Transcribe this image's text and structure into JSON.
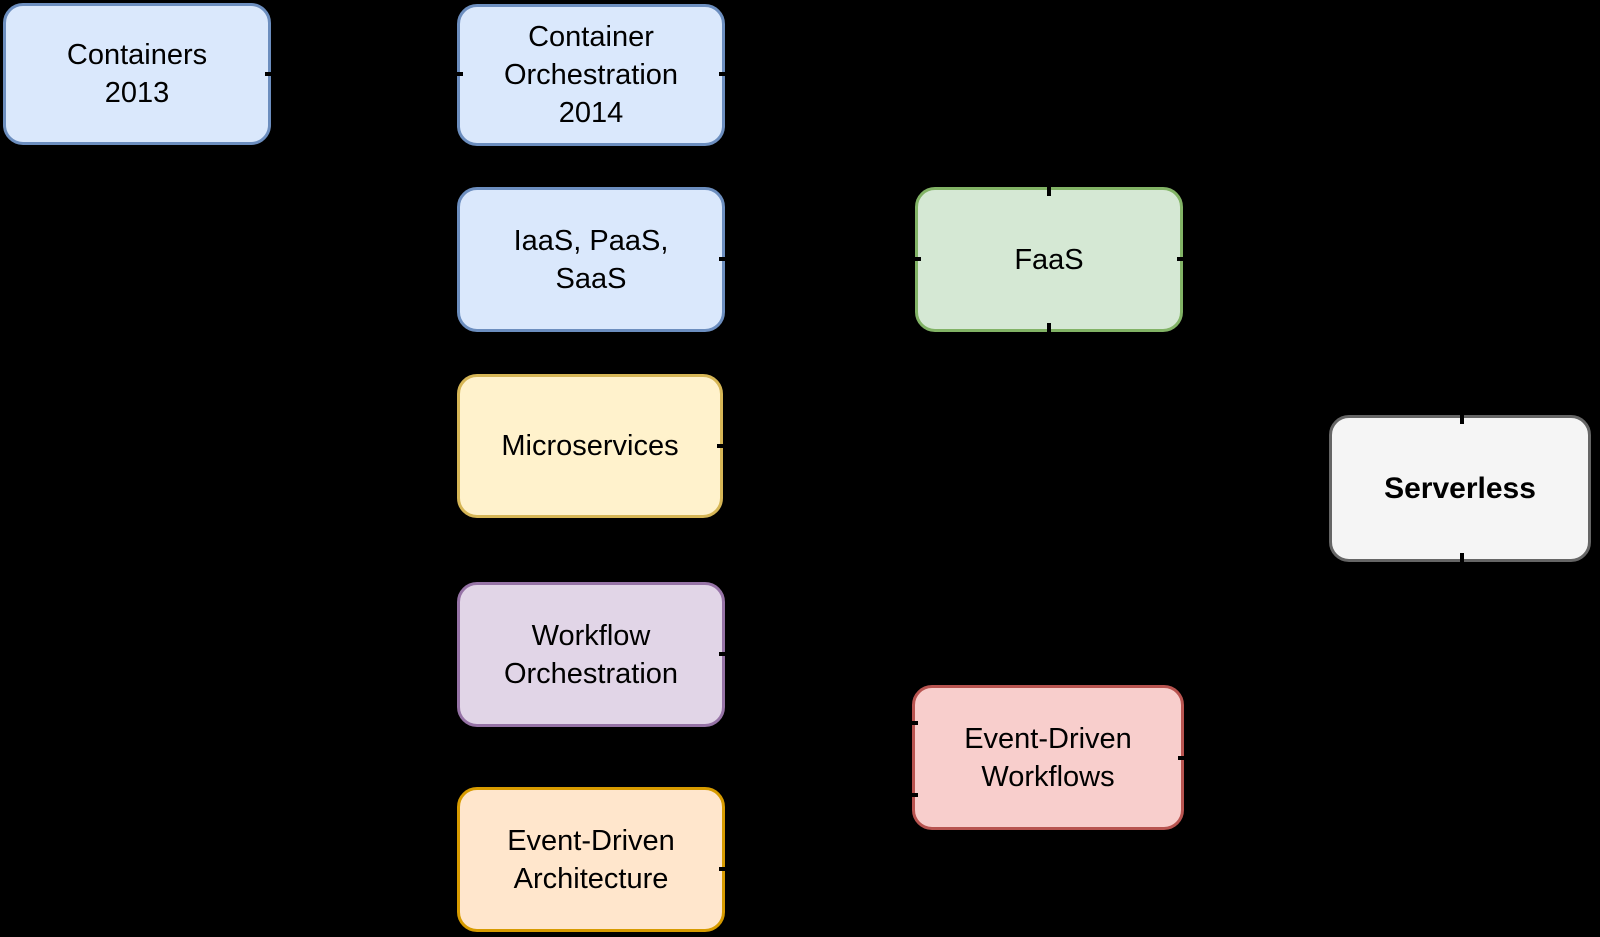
{
  "diagram": {
    "background_color": "#000000",
    "text_color": "#000000",
    "nodes": [
      {
        "id": "containers-2013",
        "label": "Containers\n2013",
        "fill": "#DAE8FC",
        "stroke": "#6C8EBF",
        "bold": false
      },
      {
        "id": "container-orchestration-2014",
        "label": "Container\nOrchestration\n2014",
        "fill": "#DAE8FC",
        "stroke": "#6C8EBF",
        "bold": false
      },
      {
        "id": "iaas-paas-saas",
        "label": "IaaS, PaaS,\nSaaS",
        "fill": "#DAE8FC",
        "stroke": "#6C8EBF",
        "bold": false
      },
      {
        "id": "faas",
        "label": "FaaS",
        "fill": "#D5E8D4",
        "stroke": "#82B366",
        "bold": false
      },
      {
        "id": "microservices",
        "label": "Microservices",
        "fill": "#FFF2CC",
        "stroke": "#D6B656",
        "bold": false
      },
      {
        "id": "serverless",
        "label": "Serverless",
        "fill": "#F5F5F5",
        "stroke": "#666666",
        "bold": true
      },
      {
        "id": "workflow-orchestration",
        "label": "Workflow\nOrchestration",
        "fill": "#E1D5E7",
        "stroke": "#9673A6",
        "bold": false
      },
      {
        "id": "event-driven-workflows",
        "label": "Event-Driven\nWorkflows",
        "fill": "#F8CECC",
        "stroke": "#B85450",
        "bold": false
      },
      {
        "id": "event-driven-architecture",
        "label": "Event-Driven\nArchitecture",
        "fill": "#FFE6CC",
        "stroke": "#D79B00",
        "bold": false
      }
    ]
  }
}
